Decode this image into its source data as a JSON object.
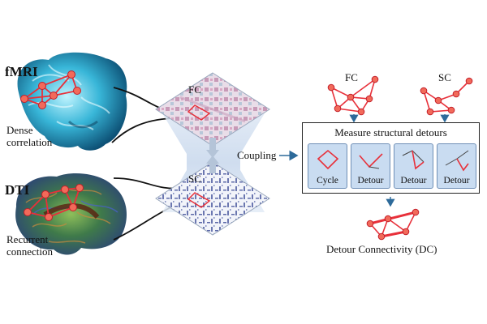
{
  "left": {
    "fmri_label": "fMRI",
    "fmri_caption_1": "Dense",
    "fmri_caption_2": "correlation",
    "dti_label": "DTI",
    "dti_caption_1": "Recurrent",
    "dti_caption_2": "connection"
  },
  "center": {
    "fc_label": "FC",
    "sc_label": "SC",
    "coupling_label": "Coupling"
  },
  "right": {
    "fc_graph_label": "FC",
    "sc_graph_label": "SC",
    "box_title": "Measure structural detours",
    "panels": [
      "Cycle",
      "Detour",
      "Detour",
      "Detour"
    ],
    "result_label": "Detour Connectivity (DC)"
  },
  "colors": {
    "accent_red": "#e8303a",
    "arrow_blue": "#2d6a9a",
    "panel_fill": "#c9dcf1"
  }
}
